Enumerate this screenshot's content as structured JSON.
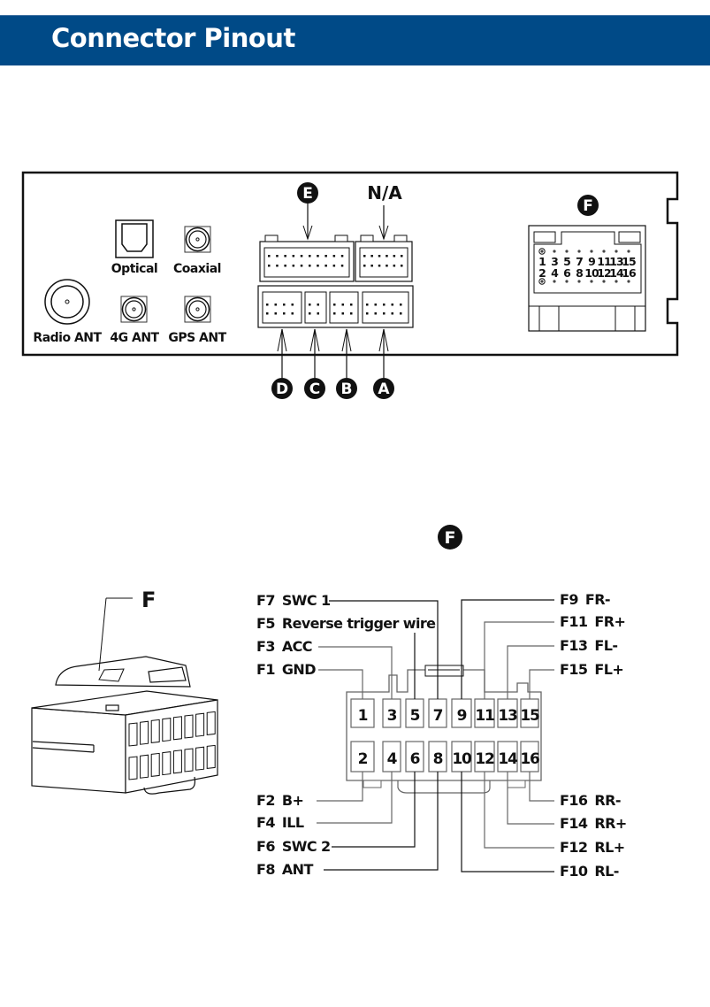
{
  "header": {
    "title": "Connector Pinout",
    "banner_color": "#004a87"
  },
  "panel": {
    "ports": {
      "optical": "Optical",
      "coaxial": "Coaxial",
      "radio_ant": "Radio ANT",
      "ant_4g": "4G ANT",
      "gps_ant": "GPS ANT"
    },
    "connector_labels": {
      "e": "E",
      "na": "N/A",
      "f": "F",
      "a": "A",
      "b": "B",
      "c": "C",
      "d": "D"
    },
    "f_pin_map": {
      "top_row": [
        "1",
        "3",
        "5",
        "7",
        "9",
        "11",
        "13",
        "15"
      ],
      "bottom_row": [
        "2",
        "4",
        "6",
        "8",
        "10",
        "12",
        "14",
        "16"
      ]
    }
  },
  "detail": {
    "section_badge": "F",
    "plug_label": "F",
    "pins_top": [
      "1",
      "3",
      "5",
      "7",
      "9",
      "11",
      "13",
      "15"
    ],
    "pins_bottom": [
      "2",
      "4",
      "6",
      "8",
      "10",
      "12",
      "14",
      "16"
    ],
    "left_top_labels": [
      {
        "pin": "F7",
        "name": "SWC 1"
      },
      {
        "pin": "F5",
        "name": "Reverse trigger wire"
      },
      {
        "pin": "F3",
        "name": "ACC"
      },
      {
        "pin": "F1",
        "name": "GND"
      }
    ],
    "right_top_labels": [
      {
        "pin": "F9",
        "name": "FR-"
      },
      {
        "pin": "F11",
        "name": "FR+"
      },
      {
        "pin": "F13",
        "name": "FL-"
      },
      {
        "pin": "F15",
        "name": "FL+"
      }
    ],
    "left_bottom_labels": [
      {
        "pin": "F2",
        "name": "B+"
      },
      {
        "pin": "F4",
        "name": "ILL"
      },
      {
        "pin": "F6",
        "name": "SWC 2"
      },
      {
        "pin": "F8",
        "name": "ANT"
      }
    ],
    "right_bottom_labels": [
      {
        "pin": "F16",
        "name": "RR-"
      },
      {
        "pin": "F14",
        "name": "RR+"
      },
      {
        "pin": "F12",
        "name": "RL+"
      },
      {
        "pin": "F10",
        "name": "RL-"
      }
    ]
  }
}
